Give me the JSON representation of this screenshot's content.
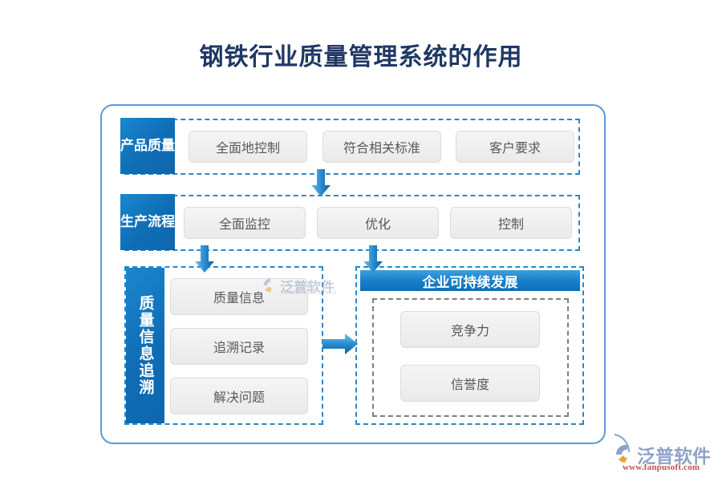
{
  "title": "钢铁行业质量管理系统的作用",
  "colors": {
    "title": "#1f3864",
    "accent_blue": "#1a82cc",
    "frame_border": "#5b9bd5",
    "dashed_blue": "#2e86c8",
    "dashed_gray": "#7f7f7f",
    "box_fill": "#f0f0f0",
    "box_text": "#595959",
    "brand_red": "#c0504d"
  },
  "rows": [
    {
      "label": "产品\n质量",
      "label_name": "product-quality",
      "items": [
        "全面地控制",
        "符合相关标准",
        "客户要求"
      ]
    },
    {
      "label": "生产\n流程",
      "label_name": "production-process",
      "items": [
        "全面监控",
        "优化",
        "控制"
      ]
    }
  ],
  "left_block": {
    "label": "质量信息追溯",
    "items": [
      "质量信息",
      "追溯记录",
      "解决问题"
    ]
  },
  "right_block": {
    "header": "企业可持续发展",
    "items": [
      "竞争力",
      "信誉度"
    ]
  },
  "arrows": [
    {
      "name": "arrow-product-to-process",
      "direction": "down"
    },
    {
      "name": "arrow-process-to-trace",
      "direction": "down"
    },
    {
      "name": "arrow-process-to-development",
      "direction": "down"
    },
    {
      "name": "arrow-trace-to-development",
      "direction": "right"
    }
  ],
  "watermark": {
    "name": "泛普软件",
    "sub": "FANPU SOFTWARE"
  },
  "brand": {
    "name": "泛普软件",
    "url": "www.fanpusoft.com"
  }
}
